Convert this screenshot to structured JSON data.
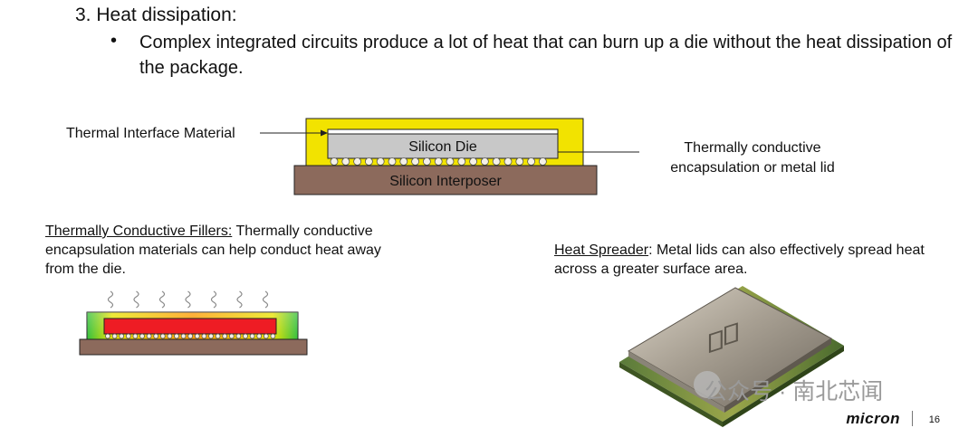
{
  "heading": "3. Heat dissipation:",
  "bullet_glyph": "•",
  "bullet_text": "Complex integrated circuits produce a lot of heat that can burn up a die without the heat dissipation of the package.",
  "diagram": {
    "tim_label": "Thermal Interface Material",
    "die_label": "Silicon Die",
    "interposer_label": "Silicon Interposer",
    "lid_label": "Thermally conductive encapsulation or metal lid",
    "colors": {
      "encapsulation": "#f2e300",
      "die": "#c8c8c8",
      "interposer": "#8c6a5c",
      "tim": "#ffffff"
    }
  },
  "fillers": {
    "title": "Thermally Conductive Fillers:",
    "text": " Thermally conductive encapsulation materials can help conduct heat away from the die."
  },
  "spreader": {
    "title": "Heat Spreader",
    "text": ":  Metal lids can also effectively spread heat across a greater surface area."
  },
  "watermark": "公众号 · 南北芯闻",
  "footer": {
    "logo": "micron",
    "page_number": "16"
  }
}
